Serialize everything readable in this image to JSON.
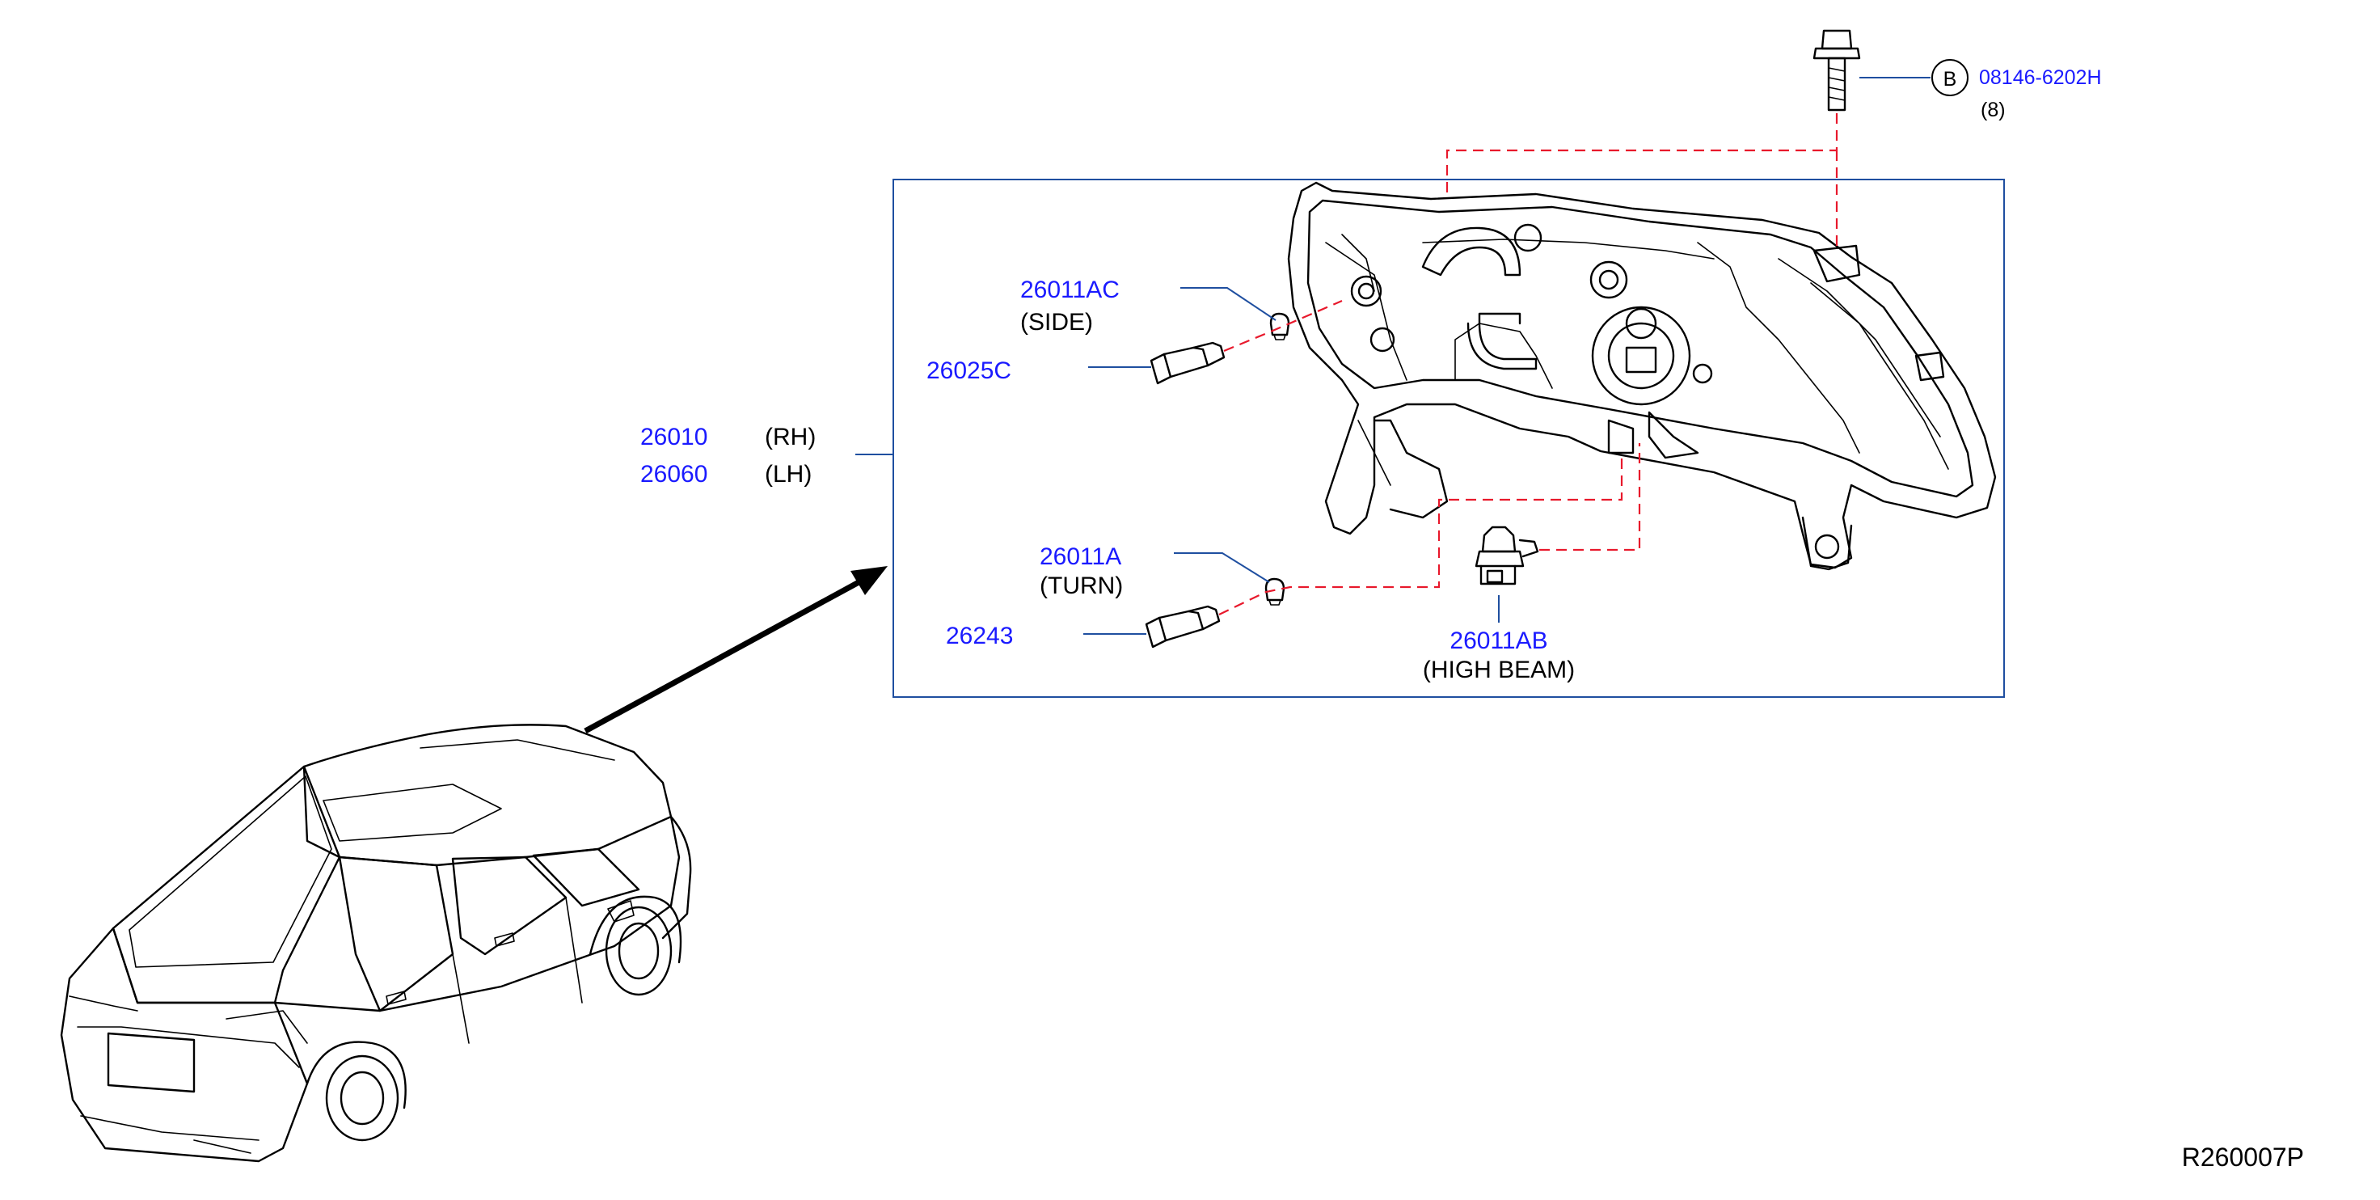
{
  "colors": {
    "part_number": "#1a1aff",
    "leader_line": "#1f4fa0",
    "dashed_guide": "#e8192c",
    "line_art": "#000000",
    "background": "#ffffff"
  },
  "bolt": {
    "callout_letter": "B",
    "part_number": "08146-6202H",
    "quantity": "(8)"
  },
  "assembly": {
    "rh": {
      "part_number": "26010",
      "side": "(RH)"
    },
    "lh": {
      "part_number": "26060",
      "side": "(LH)"
    }
  },
  "bulbs": {
    "side": {
      "part_number": "26011AC",
      "name": "(SIDE)"
    },
    "side_socket": {
      "part_number": "26025C"
    },
    "turn": {
      "part_number": "26011A",
      "name": "(TURN)"
    },
    "turn_socket": {
      "part_number": "26243"
    },
    "high_beam": {
      "part_number": "26011AB",
      "name": "(HIGH   BEAM)"
    }
  },
  "diagram_code": "R260007P"
}
